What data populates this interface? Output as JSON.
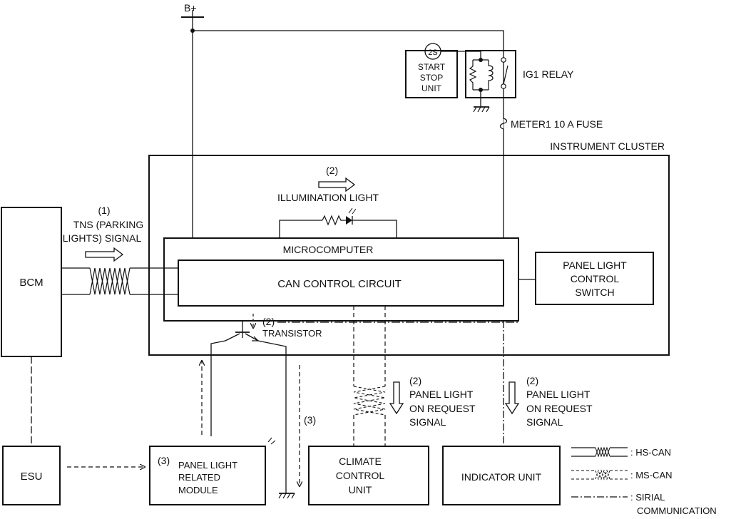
{
  "power": {
    "b_plus": "B+"
  },
  "start_stop": {
    "badge": "2S",
    "lines": [
      "START",
      "STOP",
      "UNIT"
    ]
  },
  "relay": {
    "label": "IG1 RELAY"
  },
  "fuse": {
    "label": "METER1 10 A FUSE"
  },
  "cluster": {
    "title": "INSTRUMENT CLUSTER"
  },
  "illumination": {
    "step": "(2)",
    "label": "ILLUMINATION LIGHT"
  },
  "microcomputer": {
    "label": "MICROCOMPUTER"
  },
  "can_circuit": {
    "label": "CAN CONTROL CIRCUIT"
  },
  "panel_switch": {
    "lines": [
      "PANEL LIGHT",
      "CONTROL",
      "SWITCH"
    ]
  },
  "tns": {
    "step": "(1)",
    "lines": [
      "TNS (PARKING",
      "LIGHTS) SIGNAL"
    ]
  },
  "bcm": {
    "label": "BCM"
  },
  "transistor": {
    "step": "(2)",
    "label": "TRANSISTOR"
  },
  "esu": {
    "label": "ESU"
  },
  "panel_module": {
    "step": "(3)",
    "lines": [
      "PANEL LIGHT",
      "RELATED",
      "MODULE"
    ]
  },
  "ground_step": {
    "step": "(3)"
  },
  "climate": {
    "lines": [
      "CLIMATE",
      "CONTROL",
      "UNIT"
    ]
  },
  "indicator": {
    "label": "INDICATOR UNIT"
  },
  "request_climate": {
    "step": "(2)",
    "lines": [
      "PANEL LIGHT",
      "ON REQUEST",
      "SIGNAL"
    ]
  },
  "request_indicator": {
    "step": "(2)",
    "lines": [
      "PANEL LIGHT",
      "ON REQUEST",
      "SIGNAL"
    ]
  },
  "legend": {
    "hs_can": ": HS-CAN",
    "ms_can": ": MS-CAN",
    "serial": [
      ": SIRIAL",
      "COMMUNICATION"
    ]
  }
}
